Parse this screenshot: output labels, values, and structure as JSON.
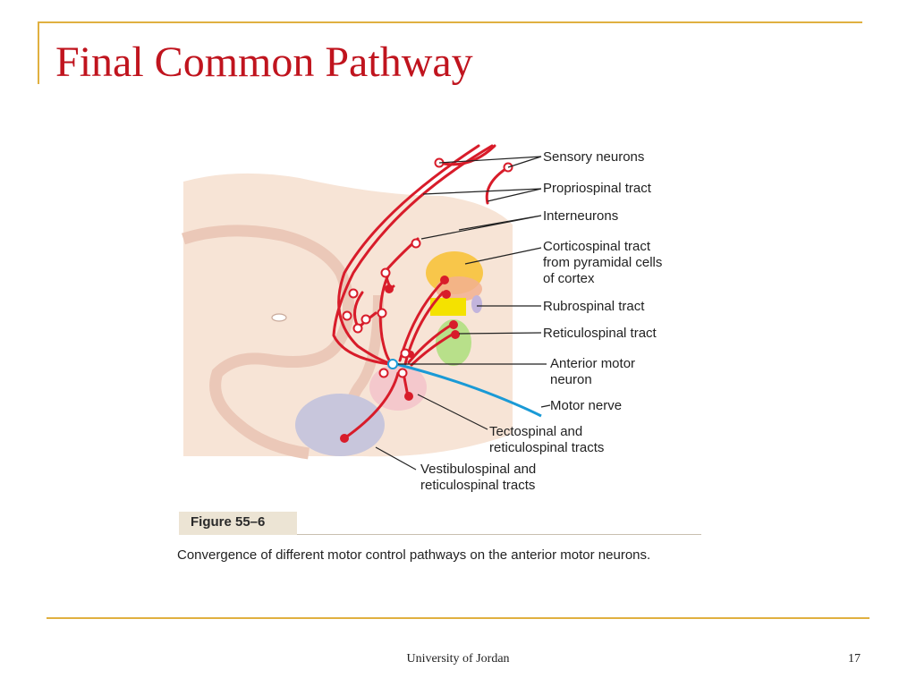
{
  "slide": {
    "title": "Final Common Pathway",
    "footer_center": "University of Jordan",
    "page_number": "17"
  },
  "figure": {
    "label": "Figure 55–6",
    "caption": "Convergence of different motor control pathways on the anterior motor neurons.",
    "labels": {
      "sensory_neurons": "Sensory neurons",
      "propriospinal_tract": "Propriospinal tract",
      "interneurons": "Interneurons",
      "corticospinal_1": "Corticospinal tract",
      "corticospinal_2": "from pyramidal cells",
      "corticospinal_3": "of cortex",
      "rubrospinal_tract": "Rubrospinal tract",
      "reticulospinal_tract": "Reticulospinal tract",
      "anterior_motor_1": "Anterior motor",
      "anterior_motor_2": "neuron",
      "motor_nerve": "Motor nerve",
      "tectospinal_1": "Tectospinal and",
      "tectospinal_2": "reticulospinal tracts",
      "vestibulospinal_1": "Vestibulospinal and",
      "vestibulospinal_2": "reticulospinal tracts"
    },
    "colors": {
      "neuron": "#d81c2a",
      "motor_nerve": "#1a9ad6",
      "corticospinal_region": "#f8c64a",
      "rubrospinal_region": "#f4e200",
      "reticulospinal_region": "#b8e08a",
      "vestibulospinal_region": "#c8c6dc",
      "tectospinal_region": "#f4c8cc",
      "cord": "#f7e4d6"
    }
  }
}
